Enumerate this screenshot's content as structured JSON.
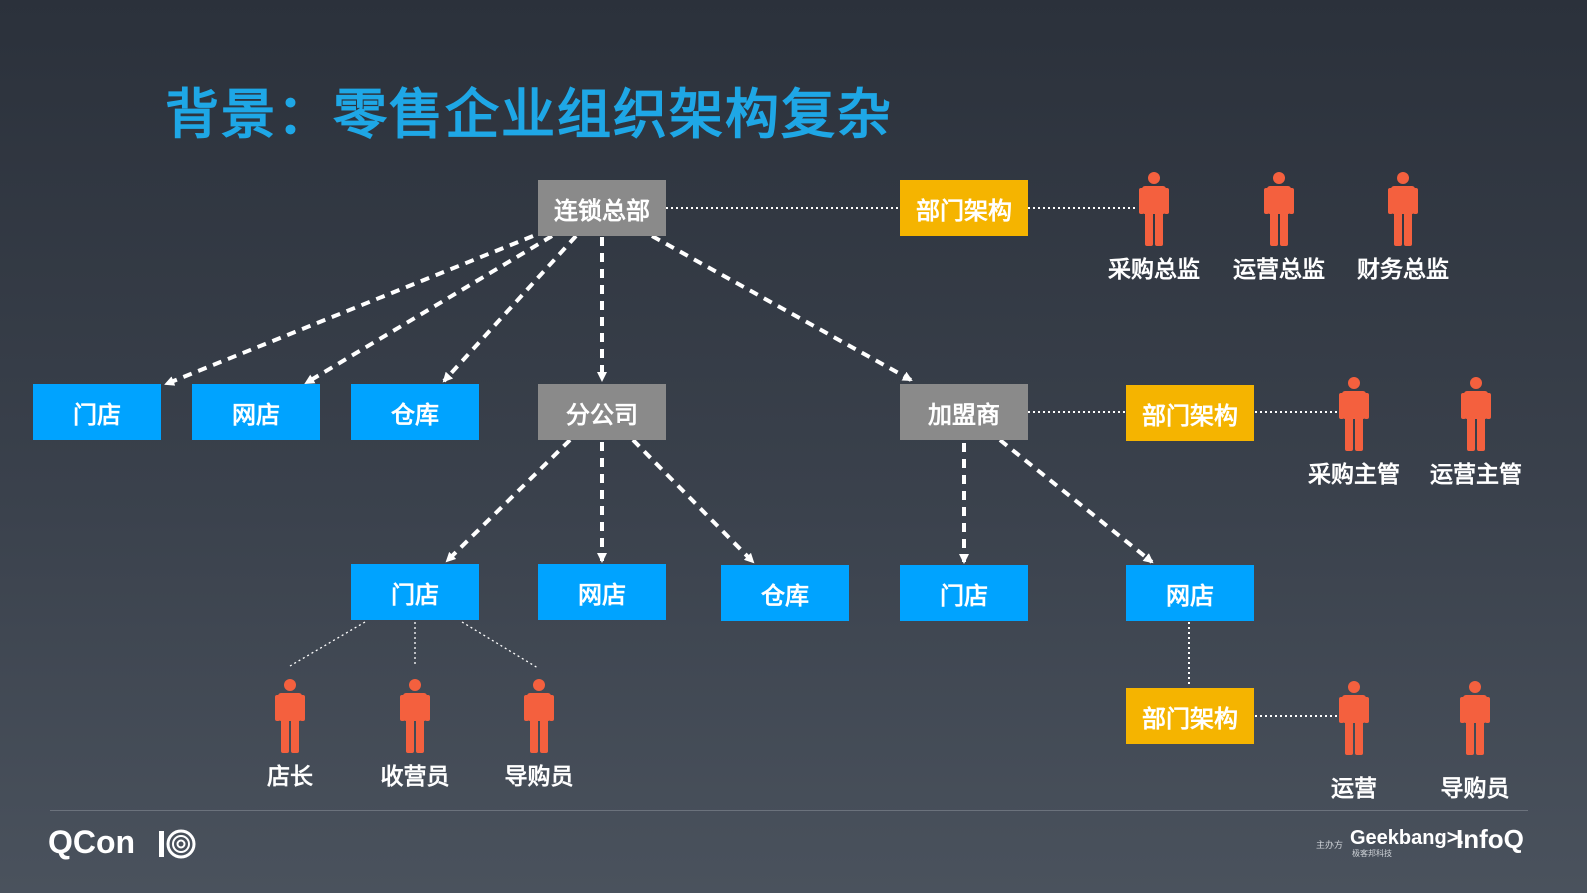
{
  "title": "背景：零售企业组织架构复杂",
  "nodes": {
    "hq": "连锁总部",
    "dept1": "部门架构",
    "store1": "门店",
    "online1": "网店",
    "warehouse1": "仓库",
    "branch": "分公司",
    "franchise": "加盟商",
    "dept2": "部门架构",
    "store2": "门店",
    "online2": "网店",
    "warehouse2": "仓库",
    "store3": "门店",
    "online3": "网店",
    "dept3": "部门架构"
  },
  "people": {
    "purchase_director": "采购总监",
    "ops_director": "运营总监",
    "finance_director": "财务总监",
    "purchase_manager": "采购主管",
    "ops_manager": "运营主管",
    "store_manager": "店长",
    "cashier": "收营员",
    "guide1": "导购员",
    "ops": "运营",
    "guide2": "导购员"
  },
  "footer": {
    "qcon": "QCon",
    "sponsor": "主办方",
    "geekbang": "Geekbang>.",
    "geekbang_sub": "极客邦科技",
    "infoq": "InfoQ"
  },
  "colors": {
    "title": "#1ea7e6",
    "gray_box": "#8a8a8a",
    "blue_box": "#00a3ff",
    "gold_box": "#f5b400",
    "person": "#f4603e"
  }
}
